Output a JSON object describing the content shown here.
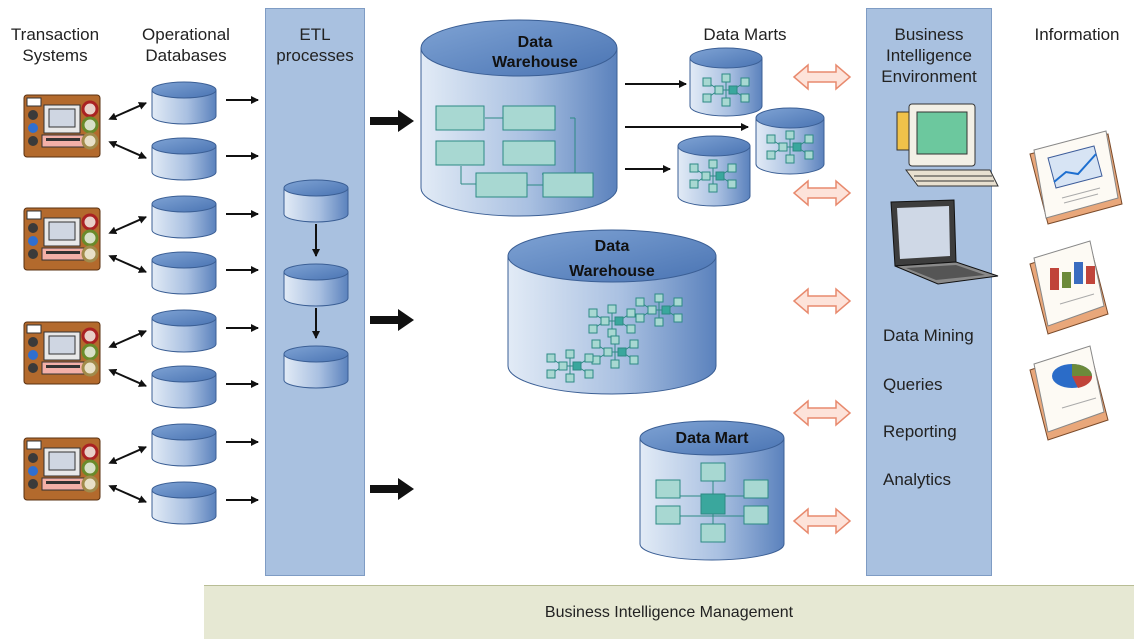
{
  "headers": {
    "transaction_systems": "Transaction\nSystems",
    "operational_databases": "Operational\nDatabases",
    "etl_processes": "ETL\nprocesses",
    "data_marts": "Data Marts",
    "bi_environment": "Business\nIntelligence\nEnvironment",
    "information": "Information"
  },
  "warehouse_labels": {
    "dw1_line1": "Data",
    "dw1_line2": "Warehouse",
    "dw2_line1": "Data",
    "dw2_line2": "Warehouse",
    "data_mart": "Data Mart"
  },
  "bi_items": [
    "Data Mining",
    "Queries",
    "Reporting",
    "Analytics"
  ],
  "footer": "Business Intelligence Management",
  "colors": {
    "panel": "#a9c1e0",
    "cylinder": "#5b87c4",
    "node": "#a8d8d2",
    "double_arrow": "#f2a48a",
    "footer": "#e6e8d3"
  }
}
